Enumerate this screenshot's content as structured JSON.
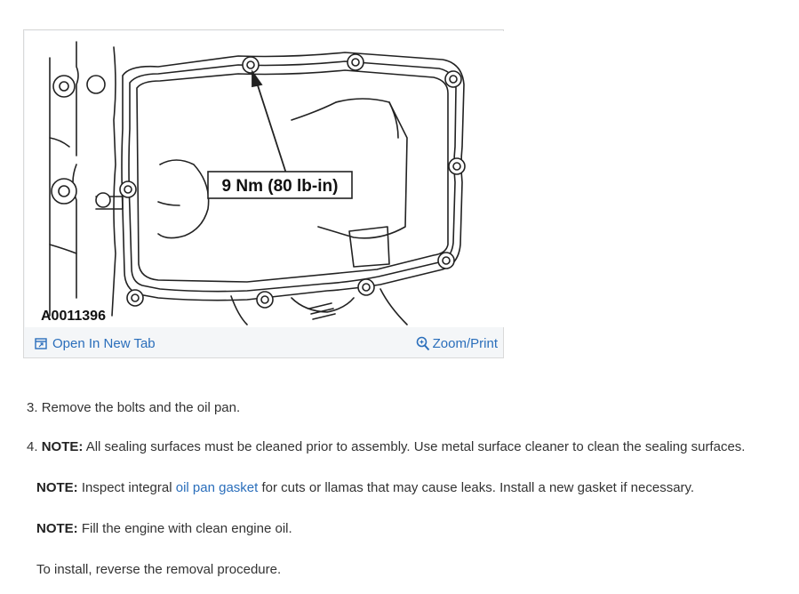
{
  "figure": {
    "callout_label": "9 Nm (80 lb-in)",
    "figure_id": "A0011396",
    "open_tab_label": "Open In New Tab",
    "zoom_label": "Zoom/Print",
    "accent_color": "#2a6ebb"
  },
  "steps": [
    {
      "number": "3.",
      "text": "Remove the bolts and the oil pan."
    },
    {
      "number": "4.",
      "note_label": "NOTE:",
      "text": "All sealing surfaces must be cleaned prior to assembly. Use metal surface cleaner to clean the sealing surfaces."
    }
  ],
  "notes": [
    {
      "label": "NOTE:",
      "text_before": "Inspect integral",
      "link_text": "oil pan gasket",
      "text_after": "for cuts or llamas that may cause leaks. Install a new gasket if necessary."
    },
    {
      "label": "NOTE:",
      "text": "Fill the engine with clean engine oil."
    }
  ],
  "closing": "To install, reverse the removal procedure."
}
